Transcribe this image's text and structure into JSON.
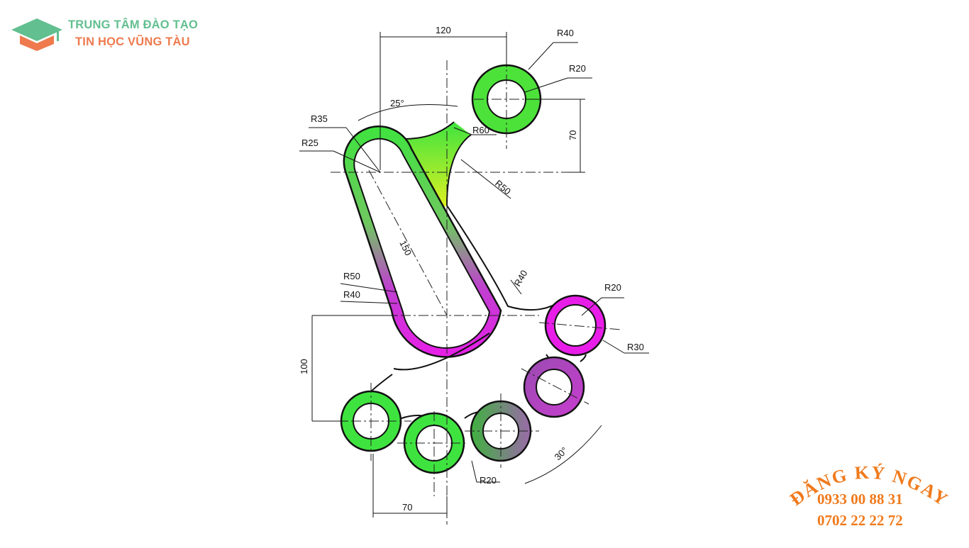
{
  "logo": {
    "line1": "TRUNG TÂM ĐÀO TẠO",
    "line2": "TIN HỌC VŨNG TÀU",
    "icon": "graduation-cap-icon",
    "colors": {
      "green": "#62bf8f",
      "orange": "#ee7a4e"
    }
  },
  "drawing": {
    "dimensions": {
      "d120": "120",
      "r40_top": "R40",
      "r20_top": "R20",
      "a25": "25°",
      "r35": "R35",
      "r25": "R25",
      "r60": "R60",
      "d70_right": "70",
      "r50_upper": "R50",
      "d150": "150",
      "r40_arc": "R40",
      "r50_left": "R50",
      "r40_left": "R40",
      "r20_right": "R20",
      "r30": "R30",
      "d100": "100",
      "a30": "30°",
      "r20_bottom": "R20",
      "d70_bottom": "70"
    },
    "colors": {
      "green": "#3fe33f",
      "yellow": "#e8f21f",
      "magenta": "#e81ee8",
      "purple": "#b040c0",
      "grey": "#8f8f8f",
      "outline": "#111111"
    }
  },
  "register": {
    "label": "ĐĂNG KÝ NGAY",
    "phone1": "0933 00 88 31",
    "phone2": "0702 22 22 72",
    "color": "#f07a1c"
  }
}
